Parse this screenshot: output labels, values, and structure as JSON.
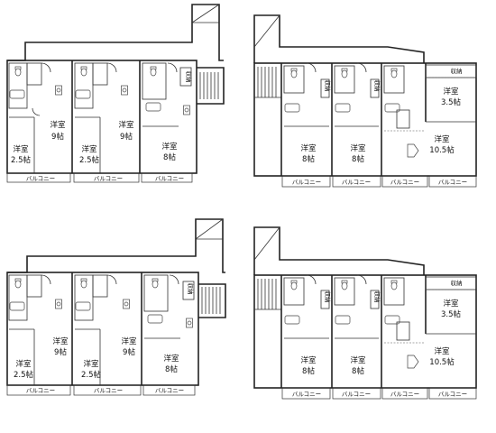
{
  "units": {
    "western_room": "洋室",
    "size_2_5": "2.5帖",
    "size_3_5": "3.5帖",
    "size_8": "8帖",
    "size_9": "9帖",
    "size_10_5": "10.5帖",
    "storage": "収納",
    "balcony": "バルコニー"
  },
  "colors": {
    "line": "#222222",
    "background": "#ffffff"
  },
  "icons": {
    "arrow": "entrance-arrow-icon"
  }
}
